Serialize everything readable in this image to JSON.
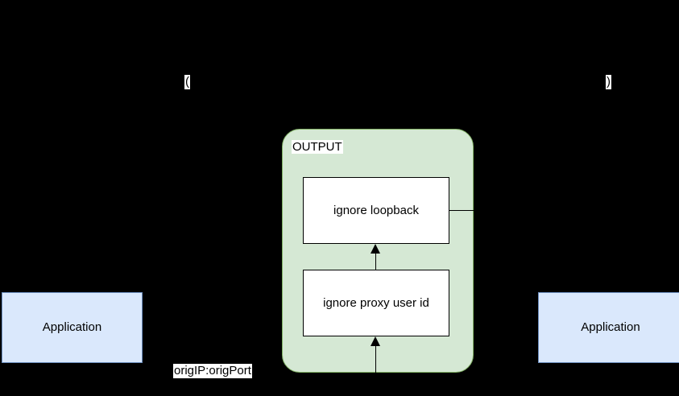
{
  "diagram": {
    "background_color": "#000000",
    "nodes": [
      {
        "id": "app-left",
        "label": "Application",
        "fill": "#dae8fc",
        "stroke": "#6c8ebf"
      },
      {
        "id": "app-right",
        "label": "Application",
        "fill": "#dae8fc",
        "stroke": "#6c8ebf"
      },
      {
        "id": "output-group",
        "label": "OUTPUT",
        "fill": "#d5e8d4",
        "stroke": "#82b366"
      },
      {
        "id": "ignore-loopback",
        "label": "ignore loopback",
        "fill": "#ffffff",
        "stroke": "#000000"
      },
      {
        "id": "ignore-proxy-user-id",
        "label": "ignore proxy user id",
        "fill": "#ffffff",
        "stroke": "#000000"
      }
    ],
    "edge_labels": [
      {
        "id": "orig-endpoint",
        "text": "origIP:origPort"
      },
      {
        "id": "paren-left",
        "text": "("
      },
      {
        "id": "paren-right",
        "text": ")"
      }
    ]
  }
}
